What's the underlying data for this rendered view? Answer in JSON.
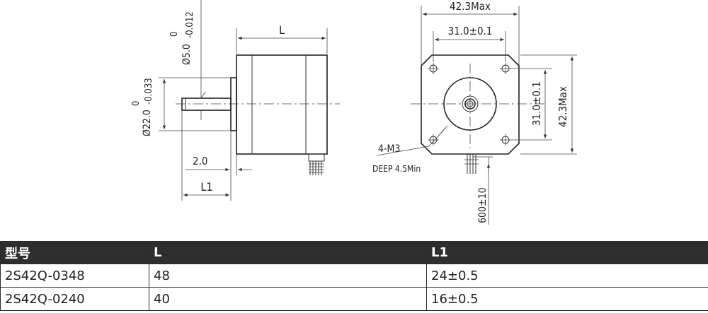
{
  "dimensions": {
    "overall_width": "42.3Max",
    "bolt_spacing_h": "31.0±0.1",
    "bolt_spacing_v": "31.0±0.1",
    "overall_height": "42.3Max",
    "body_length": "L",
    "shaft_length": "L1",
    "pilot_offset": "2.0",
    "shaft_dia": "Ø5.0",
    "shaft_tol_upper": "0",
    "shaft_tol_lower": "-0.012",
    "pilot_dia": "Ø22.0",
    "pilot_tol_upper": "0",
    "pilot_tol_lower": "-0.033",
    "screw_holes": "4-M3",
    "screw_depth": "DEEP 4.5Min",
    "lead_length": "600±10"
  },
  "table": {
    "headers": [
      "型号",
      "L",
      "L1"
    ],
    "rows": [
      [
        "2S42Q-0348",
        "48",
        "24±0.5"
      ],
      [
        "2S42Q-0240",
        "40",
        "16±0.5"
      ]
    ]
  }
}
